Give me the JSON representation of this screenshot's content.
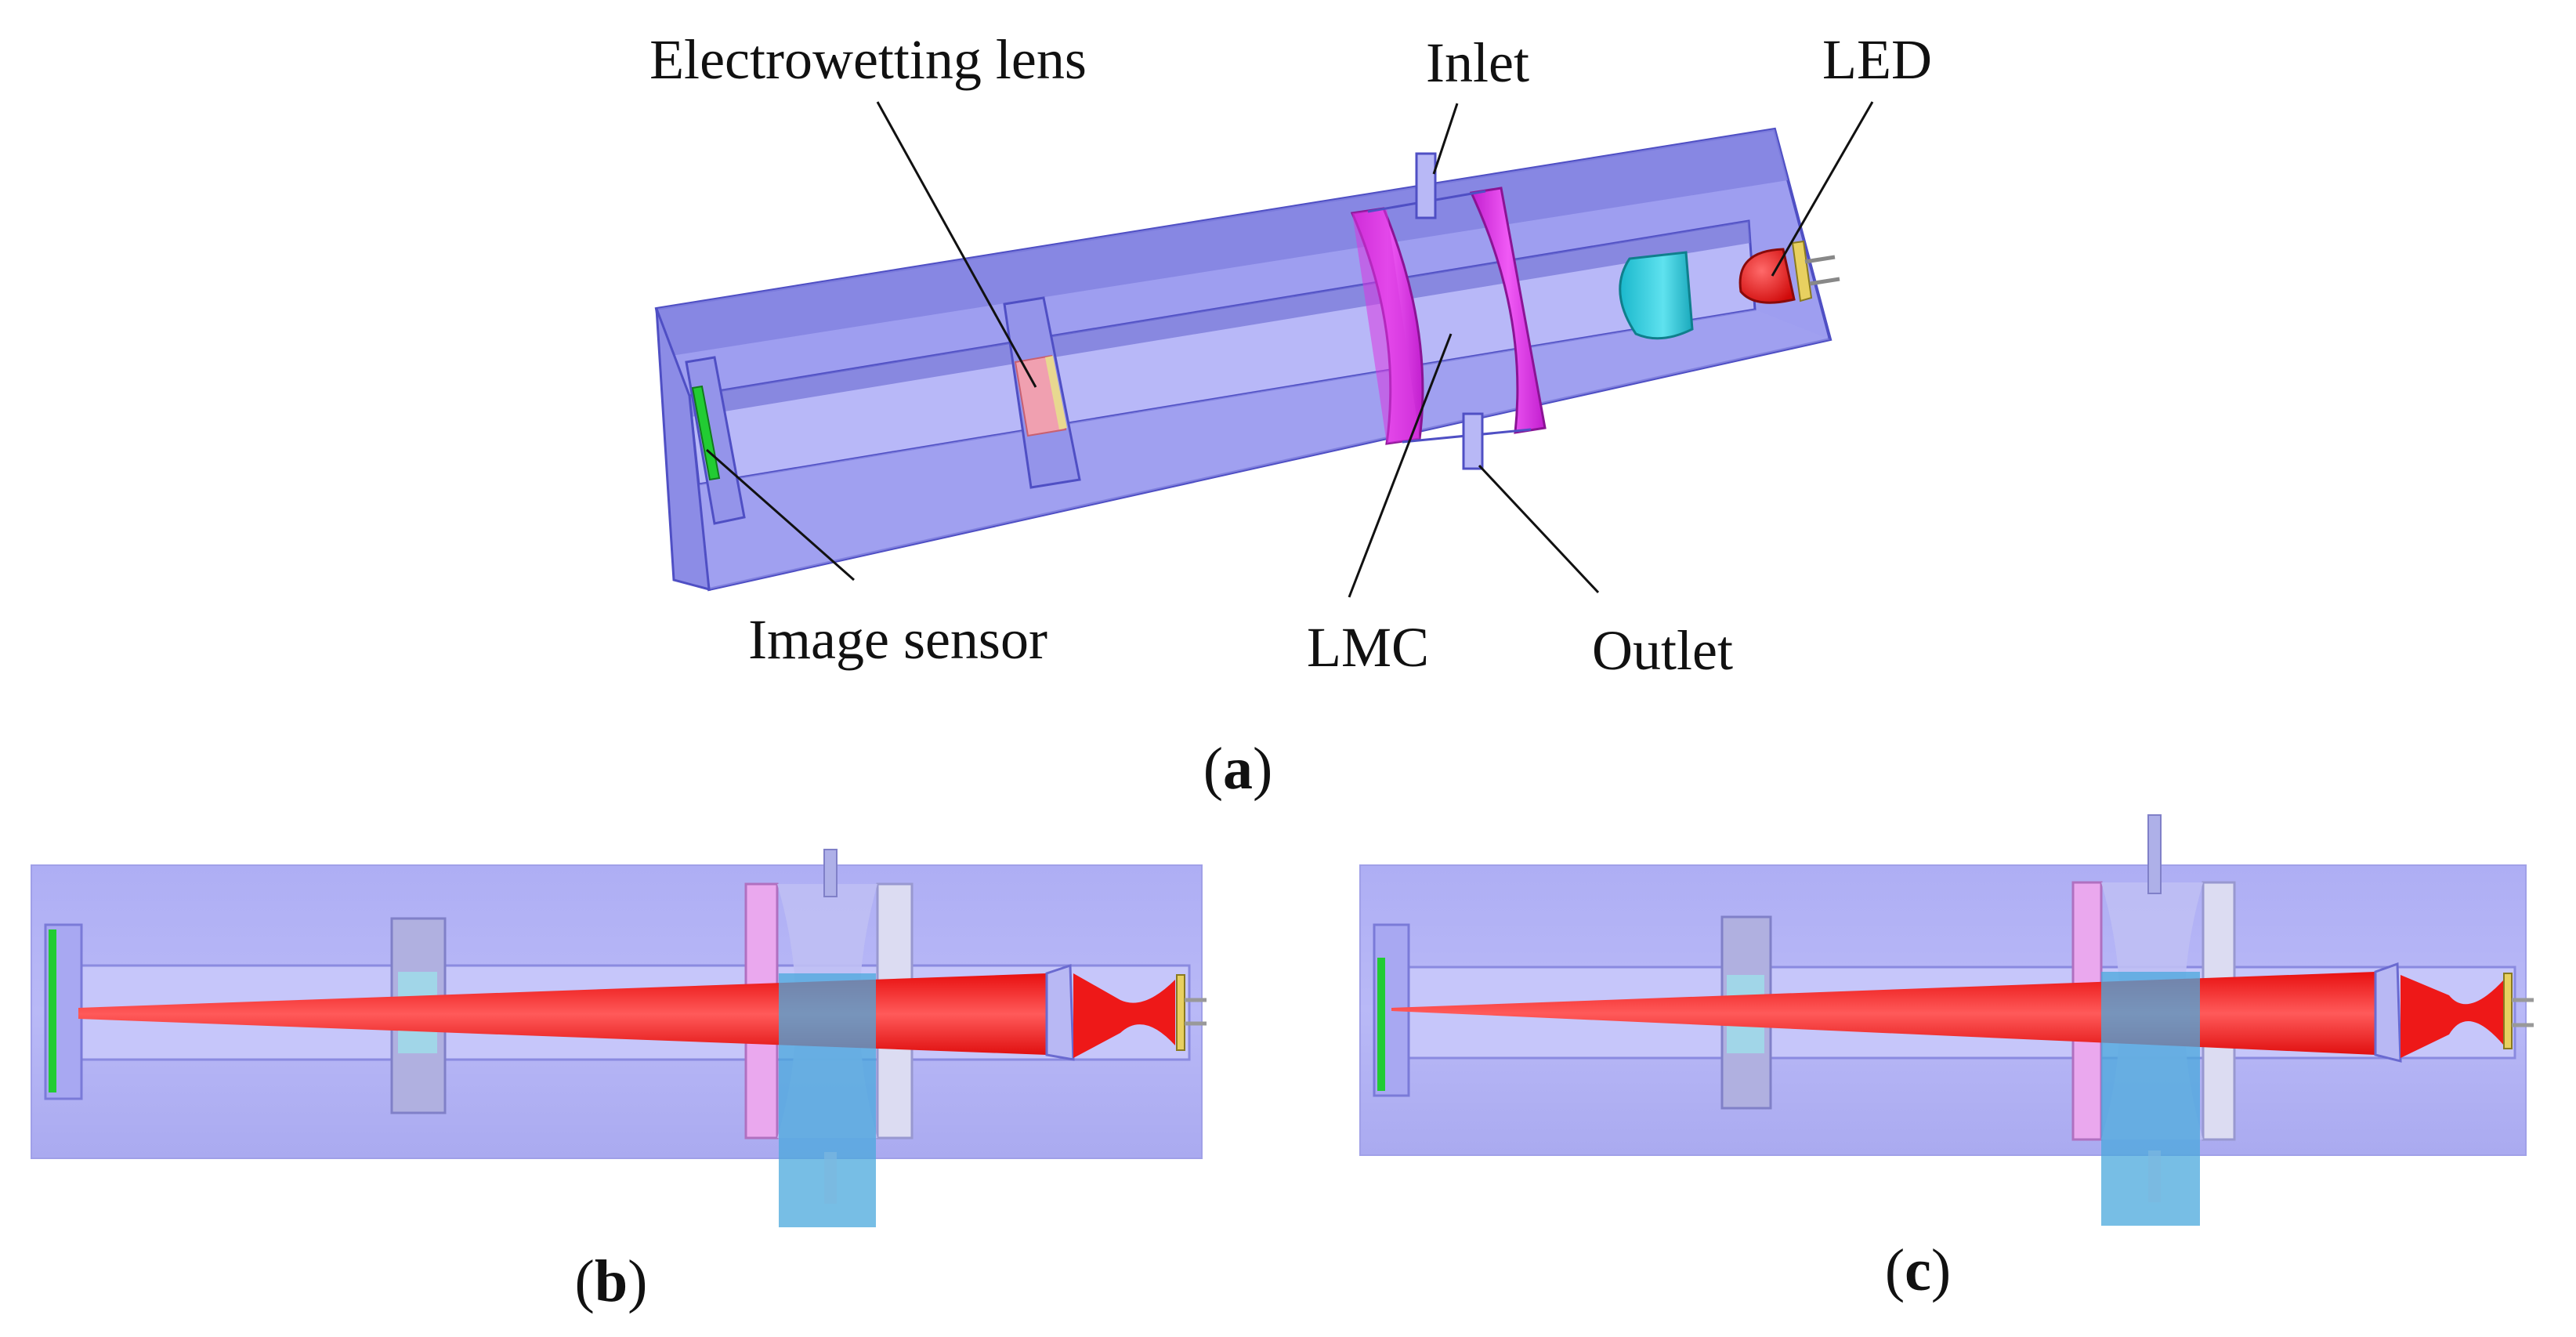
{
  "panel_a": {
    "labels": {
      "electrowetting_lens": "Electrowetting lens",
      "inlet": "Inlet",
      "led": "LED",
      "image_sensor": "Image sensor",
      "lmc": "LMC",
      "outlet": "Outlet"
    },
    "caption_letter": "a"
  },
  "panel_b": {
    "caption_letter": "b"
  },
  "panel_c": {
    "caption_letter": "c"
  },
  "colors": {
    "housing": "#9c9cf0",
    "housing_edge": "#5a5ad0",
    "chamber_lens": "#e040e8",
    "light_beam": "#ff1a1a",
    "image_sensor": "#22cc33",
    "collimator": "#29c6d8",
    "led": "#ee1111",
    "liquid_flow": "#4aa8dc"
  }
}
